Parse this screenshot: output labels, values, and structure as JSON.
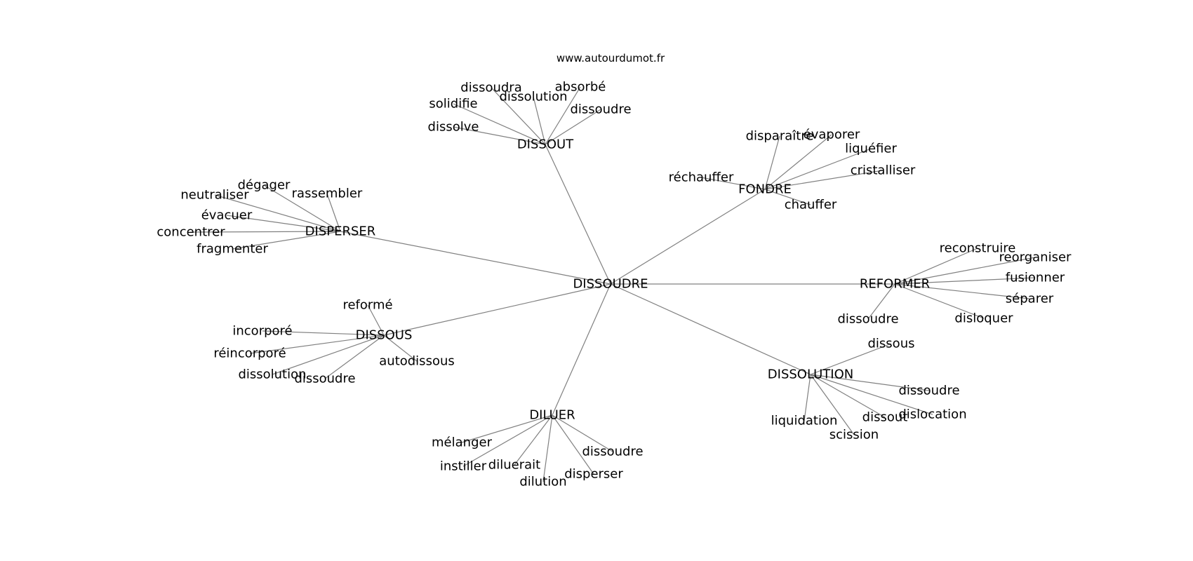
{
  "source": "www.autourdumot.fr",
  "colors": {
    "edge": "#808080",
    "text": "#000000",
    "background": "#ffffff"
  },
  "root": "DISSOUDRE",
  "hubs": [
    {
      "label": "DISSOUT",
      "leaves": [
        "dissoudra",
        "absorbé",
        "dissolution",
        "solidifie",
        "dissoudre",
        "dissolve"
      ]
    },
    {
      "label": "FONDRE",
      "leaves": [
        "disparaître",
        "évaporer",
        "liquéfier",
        "cristalliser",
        "réchauffer",
        "chauffer"
      ]
    },
    {
      "label": "DISPERSER",
      "leaves": [
        "dégager",
        "neutraliser",
        "rassembler",
        "évacuer",
        "concentrer",
        "fragmenter"
      ]
    },
    {
      "label": "REFORMER",
      "leaves": [
        "reconstruire",
        "reorganiser",
        "fusionner",
        "séparer",
        "dissoudre",
        "disloquer"
      ]
    },
    {
      "label": "DISSOUS",
      "leaves": [
        "reformé",
        "incorporé",
        "réincorporé",
        "autodissous",
        "dissolution",
        "dissoudre"
      ]
    },
    {
      "label": "DISSOLUTION",
      "leaves": [
        "dissous",
        "dissoudre",
        "dissout",
        "dislocation",
        "liquidation",
        "scission"
      ]
    },
    {
      "label": "DILUER",
      "leaves": [
        "mélanger",
        "dissoudre",
        "instiller",
        "diluerait",
        "disperser",
        "dilution"
      ]
    }
  ]
}
